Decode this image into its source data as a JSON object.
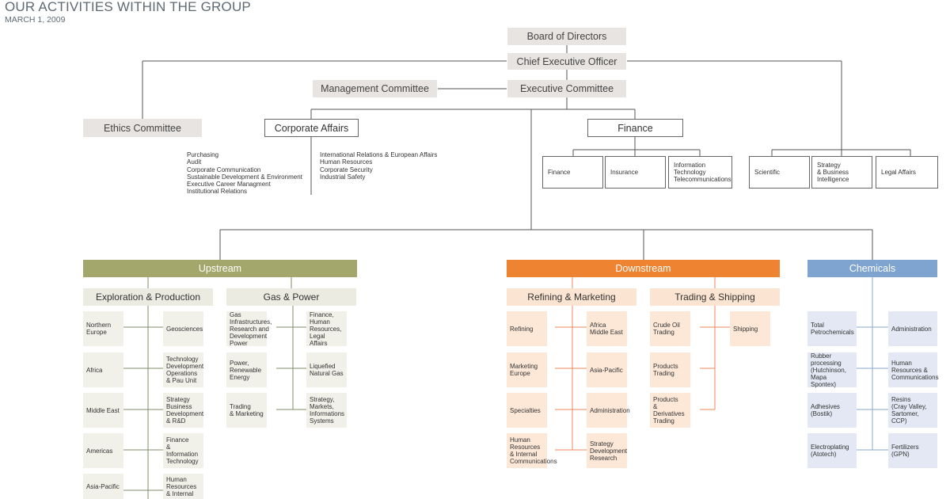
{
  "header": {
    "title": "OUR ACTIVITIES WITHIN THE GROUP",
    "date": "MARCH 1, 2009"
  },
  "top": {
    "board": "Board of Directors",
    "ceo": "Chief Executive Officer",
    "management": "Management Committee",
    "executive": "Executive Committee",
    "ethics": "Ethics Committee",
    "corporate_affairs": "Corporate Affairs",
    "finance": "Finance"
  },
  "corporate_affairs_list_left": [
    "Purchasing",
    "Audit",
    "Corporate Communication",
    "Sustainable Development & Environment",
    "Executive Career Managment",
    "Institutional Relations"
  ],
  "corporate_affairs_list_right": [
    "International Relations & European Affairs",
    "Human Resources",
    "Corporate Security",
    "Industrial Safety"
  ],
  "finance_units": [
    "Finance",
    "Insurance",
    "Information\nTechnology\nTelecommunications"
  ],
  "ceo_units": [
    "Scientific",
    "Strategy\n& Business\nIntelligence",
    "Legal Affairs"
  ],
  "segments": {
    "upstream": "Upstream",
    "downstream": "Downstream",
    "chemicals": "Chemicals"
  },
  "colors": {
    "upstream": "#a4a76b",
    "downstream": "#ee8331",
    "chemicals": "#7fa4d0",
    "upstream_line": "#7f8c6a",
    "downstream_line": "#ec8a5c",
    "chemicals_line": "#8ba7cf"
  },
  "upstream": {
    "ep_title": "Exploration & Production",
    "gp_title": "Gas & Power",
    "ep_left": [
      "Northern\nEurope",
      "Africa",
      "Middle East",
      "Americas",
      "Asia-Pacific"
    ],
    "ep_right": [
      "Geosciences",
      "Technology\nDevelopment\nOperations\n& Pau Unit",
      "Strategy\nBusiness\nDevelopment\n& R&D",
      "Finance\n& Information\nTechnology",
      "Human\nResources\n& Internal"
    ],
    "gp_left": [
      "Gas Infrastructures,\nResearch and\nDevelopment\nPower",
      "Power,\nRenewable\nEnergy",
      "Trading\n& Marketing"
    ],
    "gp_right": [
      "Finance,\nHuman\nResources,\nLegal Affairs",
      "Liquefied\nNatural Gas",
      "Strategy,\nMarkets,\nInformations\nSystems"
    ]
  },
  "downstream": {
    "rm_title": "Refining & Marketing",
    "ts_title": "Trading & Shipping",
    "rm_left": [
      "Refining",
      "Marketing\nEurope",
      "Specialties",
      "Human\nResources\n& Internal\nCommunications"
    ],
    "rm_right": [
      "Africa\nMiddle East",
      "Asia-Pacific",
      "Administration",
      "Strategy\nDevelopment\nResearch"
    ],
    "ts_left": [
      "Crude Oil\nTrading",
      "Products\nTrading",
      "Products\n& Derivatives\nTrading"
    ],
    "ts_right": [
      "Shipping"
    ]
  },
  "chemicals": {
    "left": [
      "Total\nPetrochemicals",
      "Rubber\nprocessing\n(Hutchinson,\nMapa Spontex)",
      "Adhesives\n(Bostik)",
      "Electroplating\n(Atotech)"
    ],
    "right": [
      "Administration",
      "Human\nResources &\nCommunications",
      "Resins\n(Cray Valley,\nSartomer, CCP)",
      "Fertilizers\n(GPN)"
    ]
  }
}
